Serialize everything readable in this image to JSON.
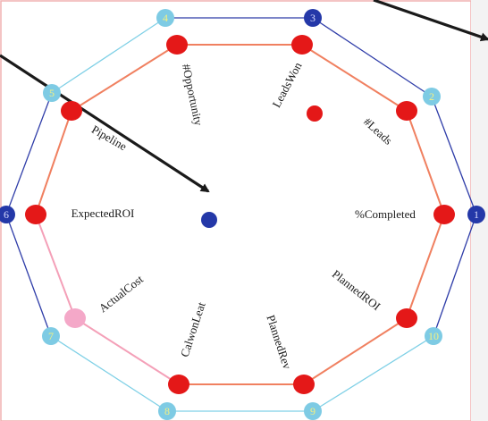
{
  "colors": {
    "outer_ring_dark": "#2e3ca8",
    "outer_ring_light": "#7fd0e6",
    "inner_ring": "#f08060",
    "inner_ring_faded": "#f4a0b8",
    "node_red": "#e41818",
    "node_pink": "#f4a8c8",
    "node_blue": "#2438a8",
    "node_lightblue": "#7ecbe4",
    "number_yellow": "#f4f080",
    "arrow": "#1a1a1a",
    "frame_pink": "#f0b0b0"
  },
  "outer_nodes": [
    {
      "number": "1",
      "style": "dark"
    },
    {
      "number": "2",
      "style": "light"
    },
    {
      "number": "3",
      "style": "dark"
    },
    {
      "number": "4",
      "style": "light"
    },
    {
      "number": "5",
      "style": "light"
    },
    {
      "number": "6",
      "style": "dark"
    },
    {
      "number": "7",
      "style": "light"
    },
    {
      "number": "8",
      "style": "light"
    },
    {
      "number": "9",
      "style": "light"
    },
    {
      "number": "10",
      "style": "light"
    }
  ],
  "inner_nodes": [
    {
      "label": "%Completed",
      "style": "red"
    },
    {
      "label": "#Leads",
      "style": "red"
    },
    {
      "label": "LeadsWon",
      "style": "red"
    },
    {
      "label": "#Opportunity",
      "style": "red"
    },
    {
      "label": "Pipeline",
      "style": "red"
    },
    {
      "label": "ExpectedROI",
      "style": "red"
    },
    {
      "label": "ActualCost",
      "style": "pink"
    },
    {
      "label": "CalwonLeat",
      "style": "red"
    },
    {
      "label": "PlannedRev",
      "style": "red"
    },
    {
      "label": "PlannedROI",
      "style": "red"
    }
  ],
  "center_node": {
    "style": "blue"
  },
  "inner_dot": {
    "style": "red"
  }
}
